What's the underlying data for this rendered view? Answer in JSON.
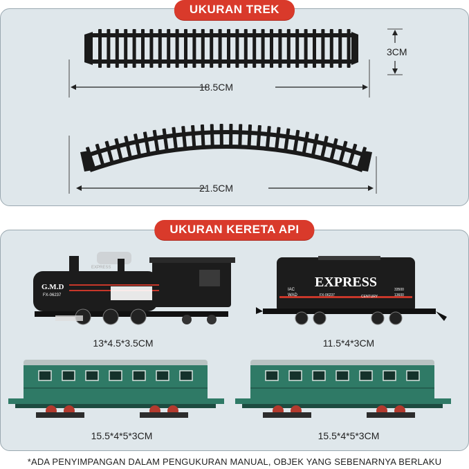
{
  "sections": {
    "track": {
      "title": "UKURAN TREK"
    },
    "train": {
      "title": "UKURAN KERETA API"
    }
  },
  "track": {
    "straight": {
      "length_label": "18.5CM",
      "height_label": "3CM"
    },
    "curved": {
      "length_label": "21.5CM"
    }
  },
  "train": {
    "locomotive": {
      "size": "13*4.5*3.5CM",
      "name_plate": "G.M.D",
      "code": "FX-06237",
      "top_text": "EXPRESS"
    },
    "tender": {
      "size": "11.5*4*3CM",
      "name": "EXPRESS",
      "left_text_1": "IAC",
      "left_text_2": "WAD",
      "code": "FX-06237",
      "right_text": "CENTURY",
      "num_1": "33500",
      "num_2": "13600"
    },
    "coach_left": {
      "size": "15.5*4*5*3CM"
    },
    "coach_right": {
      "size": "15.5*4*5*3CM"
    }
  },
  "footer": {
    "note": "*ADA PENYIMPANGAN DALAM PENGUKURAN MANUAL, OBJEK YANG SEBENARNYA BERLAKU"
  },
  "colors": {
    "accent": "#d93a2b",
    "panel": "#dfe7eb",
    "coach_green": "#2f7a66",
    "locomotive_black": "#1c1c1c"
  }
}
